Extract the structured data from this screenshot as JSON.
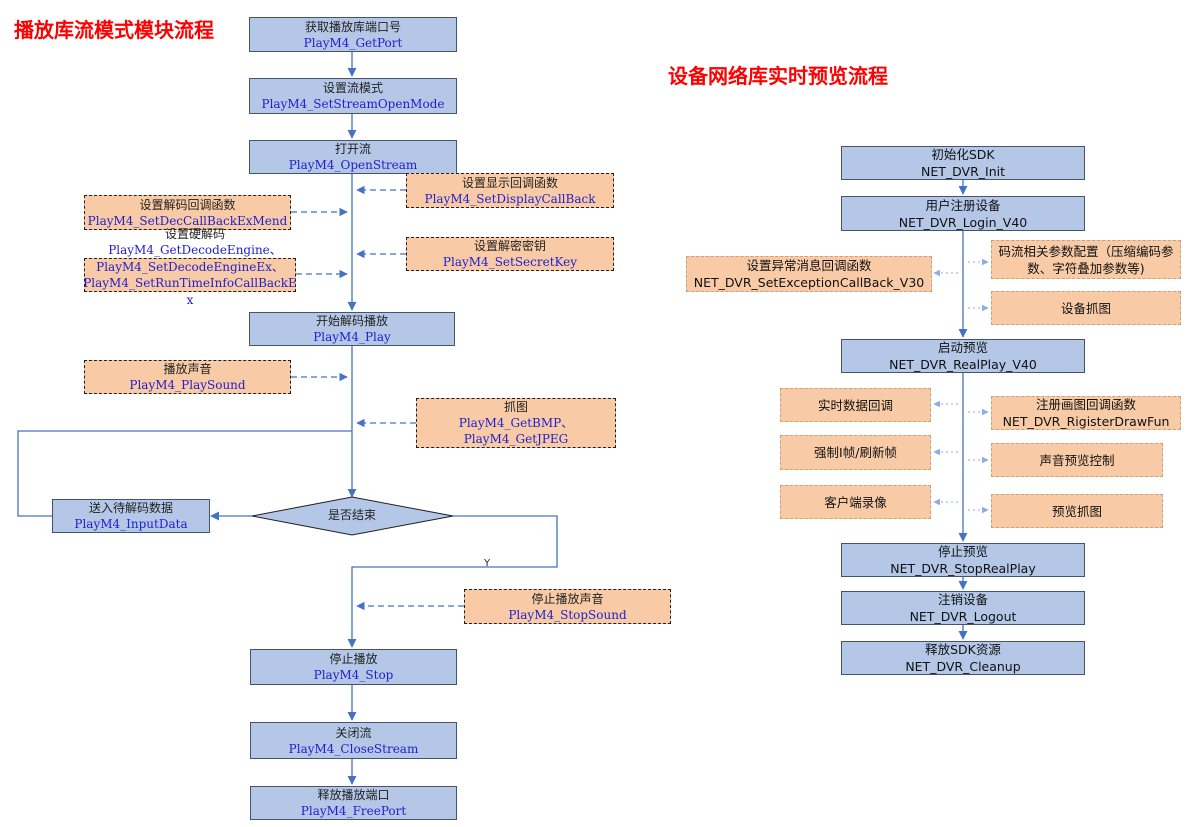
{
  "left": {
    "title": "播放库流模式模块流程",
    "get_port": {
      "label": "获取播放库端口号",
      "func": "PlayM4_GetPort"
    },
    "set_stream_mode": {
      "label": "设置流模式",
      "func": "PlayM4_SetStreamOpenMode"
    },
    "open_stream": {
      "label": "打开流",
      "func": "PlayM4_OpenStream"
    },
    "set_display_callback": {
      "label": "设置显示回调函数",
      "func": "PlayM4_SetDisplayCallBack"
    },
    "set_decode_callback": {
      "label": "设置解码回调函数",
      "func": "PlayM4_SetDecCallBackExMend"
    },
    "set_hw_decode": {
      "label": "设置硬解码",
      "func_outside": "PlayM4_GetDecodeEngine、",
      "func_line1": "PlayM4_SetDecodeEngineEx、",
      "func_line2": "PlayM4_SetRunTimeInfoCallBackE",
      "func_line3": "x"
    },
    "set_secret_key": {
      "label": "设置解密密钥",
      "func": "PlayM4_SetSecretKey"
    },
    "play": {
      "label": "开始解码播放",
      "func": "PlayM4_Play"
    },
    "play_sound": {
      "label": "播放声音",
      "func": "PlayM4_PlaySound"
    },
    "capture": {
      "label": "抓图",
      "func_line1": "PlayM4_GetBMP、",
      "func_line2": "PlayM4_GetJPEG"
    },
    "input_data": {
      "label": "送入待解码数据",
      "func": "PlayM4_InputData"
    },
    "decision": {
      "label": "是否结束",
      "yes": "Y"
    },
    "stop_sound": {
      "label": "停止播放声音",
      "func": "PlayM4_StopSound"
    },
    "stop": {
      "label": "停止播放",
      "func": "PlayM4_Stop"
    },
    "close_stream": {
      "label": "关闭流",
      "func": "PlayM4_CloseStream"
    },
    "free_port": {
      "label": "释放播放端口",
      "func": "PlayM4_FreePort"
    }
  },
  "right": {
    "title": "设备网络库实时预览流程",
    "init": {
      "label": "初始化SDK",
      "func": "NET_DVR_Init"
    },
    "login": {
      "label": "用户注册设备",
      "func": "NET_DVR_Login_V40"
    },
    "exception_callback": {
      "label": "设置异常消息回调函数",
      "func": "NET_DVR_SetExceptionCallBack_V30"
    },
    "stream_params": {
      "label": "码流相关参数配置（压缩编码参数、字符叠加参数等)"
    },
    "device_capture": {
      "label": "设备抓图"
    },
    "realplay": {
      "label": "启动预览",
      "func": "NET_DVR_RealPlay_V40"
    },
    "realtime_callback": {
      "label": "实时数据回调"
    },
    "draw_callback": {
      "label": "注册画图回调函数",
      "func": "NET_DVR_RigisterDrawFun"
    },
    "force_iframe": {
      "label": "强制I帧/刷新帧"
    },
    "sound_control": {
      "label": "声音预览控制"
    },
    "client_record": {
      "label": "客户端录像"
    },
    "preview_capture": {
      "label": "预览抓图"
    },
    "stop_realplay": {
      "label": "停止预览",
      "func": "NET_DVR_StopRealPlay"
    },
    "logout": {
      "label": "注销设备",
      "func": "NET_DVR_Logout"
    },
    "cleanup": {
      "label": "释放SDK资源",
      "func": "NET_DVR_Cleanup"
    }
  },
  "colors": {
    "title": "#ff0000",
    "main_fill": "#b4c7e7",
    "optional_fill": "#f8cba6",
    "function_text": "#2020d0",
    "connector": "#4472c4"
  }
}
